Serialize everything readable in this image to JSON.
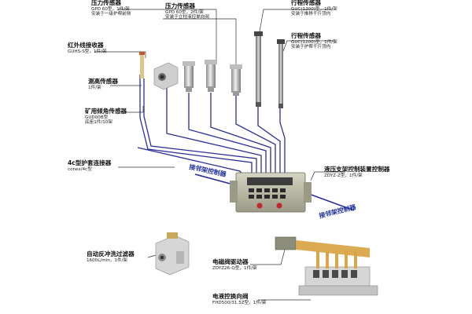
{
  "labels": {
    "pressure1_title": "压力传感器",
    "pressure1_sub1": "GPD 60型，1件/架",
    "pressure1_sub2": "安装于一级护帮前侧",
    "pressure2_title": "压力传感器",
    "pressure2_sub1": "GPD 60型，2件/架",
    "pressure2_sub2": "安装于立柱液控单向阀",
    "stroke1_title": "行程传感器",
    "stroke1_sub1": "GUC(1200)型，1件/架",
    "stroke1_sub2": "安装于推移千斤顶内",
    "stroke2_title": "行程传感器",
    "stroke2_sub1": "GUC(1200)型，1件/架",
    "stroke2_sub2": "安装于护帮千斤顶内",
    "ir_title": "红外线接收器",
    "ir_sub": "GUHS-S型，1件/架",
    "height_title": "测高传感器",
    "height_sub": "1件/架",
    "angle_title": "矿用倾角传感器",
    "angle_sub1": "GUD00B型",
    "angle_sub2": "底座1件/10架",
    "connector_title": "4c型护套连接器",
    "connector_sub": "conex/4c型",
    "controller_title": "液压支架控制装置控制器",
    "controller_sub": "ZDYZ-Z型，1件/架",
    "neighbor_left": "接邻架控制器",
    "neighbor_right": "接邻架控制器",
    "filter_title": "自动反冲洗过滤器",
    "filter_sub": "1600L/min，1件/架",
    "driver_title": "电磁阀驱动器",
    "driver_sub": "ZDYZ26-Q型，1件/架",
    "valve_title": "电液控换向阀",
    "valve_sub": "FHD500/31.5Z型，1件/架"
  },
  "colors": {
    "cable": "#2b2f9a",
    "leader": "#333333",
    "metal": "#c9c9c9",
    "controller_body": "#b8b8a4",
    "led_red": "#c0262c",
    "flat_cable": "#d9a64a",
    "label_blue": "#1f2fa0"
  },
  "icons": {
    "sensor": "cylinder-sensor-icon",
    "rod": "stroke-rod-icon",
    "controller": "controller-box-icon",
    "filter": "filter-block-icon",
    "valve": "valve-bank-icon"
  }
}
